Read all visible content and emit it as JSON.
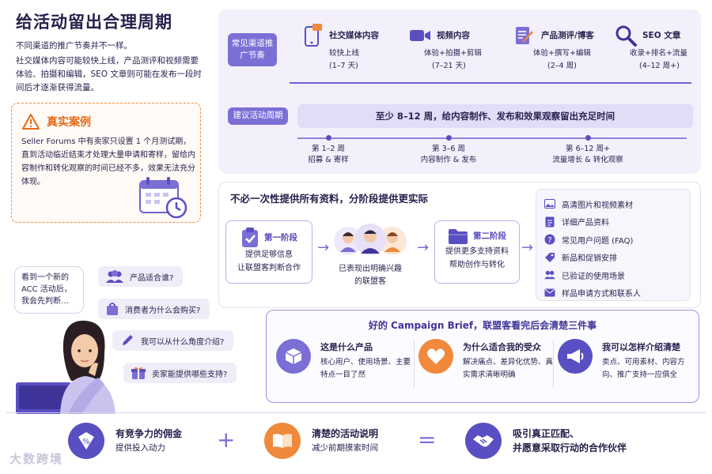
{
  "title": "给活动留出合理周期",
  "intro": {
    "line1": "不同渠道的推广节奏并不一样。",
    "line2": "社交媒体内容可能较快上线，产品测评和视频需要体验、拍摄和编辑，SEO 文章则可能在发布一段时间后才逐渐获得流量。"
  },
  "case": {
    "title": "真实案例",
    "body": "Seller Forums 中有卖家只设置 1 个月测试期，直到活动临近结束才处理大量申请和寄样，留给内容制作和转化观察的时间已经不多，效果无法充分体现。"
  },
  "timeline": {
    "tag": "常见渠道推广节奏",
    "channels": [
      {
        "name": "社交媒体内容",
        "desc": "较快上线",
        "time": "(1–7 天)",
        "icon": "phone-chat-icon"
      },
      {
        "name": "视频内容",
        "desc": "体验+拍摄+剪辑",
        "time": "(7–21 天)",
        "icon": "video-camera-icon"
      },
      {
        "name": "产品测评/博客",
        "desc": "体验+撰写+编辑",
        "time": "(2–4 周)",
        "icon": "edit-doc-icon"
      },
      {
        "name": "SEO 文章",
        "desc": "收录+排名+流量",
        "time": "(4–12 周+)",
        "icon": "search-icon"
      }
    ],
    "suggest_tag": "建议活动周期",
    "suggest_text": "至少 8–12 周，给内容制作、发布和效果观察留出充足时间",
    "phases": [
      {
        "when": "第 1–2 周",
        "what": "招募 & 寄样"
      },
      {
        "when": "第 3–6 周",
        "what": "内容制作 & 发布"
      },
      {
        "when": "第 6–12 周+",
        "what": "流量增长 & 转化观察"
      }
    ]
  },
  "staged": {
    "title": "不必一次性提供所有资料，分阶段提供更实际",
    "stage1": {
      "label": "第一阶段",
      "desc1": "提供足够信息",
      "desc2": "让联盟客判断合作"
    },
    "middle": {
      "desc1": "已表现出明确兴趣",
      "desc2": "的联盟客"
    },
    "stage2": {
      "label": "第二阶段",
      "desc1": "提供更多支持资料",
      "desc2": "帮助创作与转化"
    },
    "materials": [
      {
        "label": "高清图片和视频素材",
        "icon": "image-icon"
      },
      {
        "label": "详细产品资料",
        "icon": "document-icon"
      },
      {
        "label": "常见用户问题 (FAQ)",
        "icon": "question-icon"
      },
      {
        "label": "新品和促销安排",
        "icon": "tag-icon"
      },
      {
        "label": "已验证的使用场景",
        "icon": "users-icon"
      },
      {
        "label": "样品申请方式和联系人",
        "icon": "mail-icon"
      }
    ]
  },
  "brief": {
    "title": "好的 Campaign Brief，联盟客看完后会清楚三件事",
    "items": [
      {
        "title": "这是什么产品",
        "desc": "核心用户、使用场景、主要特点一目了然",
        "color": "#7b6fd6",
        "icon": "box-icon"
      },
      {
        "title": "为什么适合我的受众",
        "desc": "解决痛点、差异化优势、真实需求清晰明确",
        "color": "#f0893c",
        "icon": "heart-icon"
      },
      {
        "title": "我可以怎样介绍清楚",
        "desc": "卖点、可用素材、内容方向、推广支持一应俱全",
        "color": "#5a4fc2",
        "icon": "megaphone-icon"
      }
    ]
  },
  "thinking": {
    "bubble": "看到一个新的 ACC 活动后，我会先判断…",
    "questions": [
      {
        "text": "产品适合谁?",
        "icon": "users-icon"
      },
      {
        "text": "消费者为什么会购买?",
        "icon": "bag-icon"
      },
      {
        "text": "我可以从什么角度介绍?",
        "icon": "pencil-icon"
      },
      {
        "text": "卖家能提供哪些支持?",
        "icon": "gift-icon"
      }
    ]
  },
  "bottom": [
    {
      "t1": "有竞争力的佣金",
      "t2": "提供投入动力",
      "icon": "percent-icon"
    },
    {
      "t1": "清楚的活动说明",
      "t2": "减少前期摸索时间",
      "icon": "book-icon"
    },
    {
      "t1": "吸引真正匹配、",
      "t2": "并愿意采取行动的合作伙伴",
      "icon": "handshake-icon"
    }
  ],
  "ops": {
    "plus": "+",
    "equals": "="
  },
  "watermark": "大数跨境"
}
